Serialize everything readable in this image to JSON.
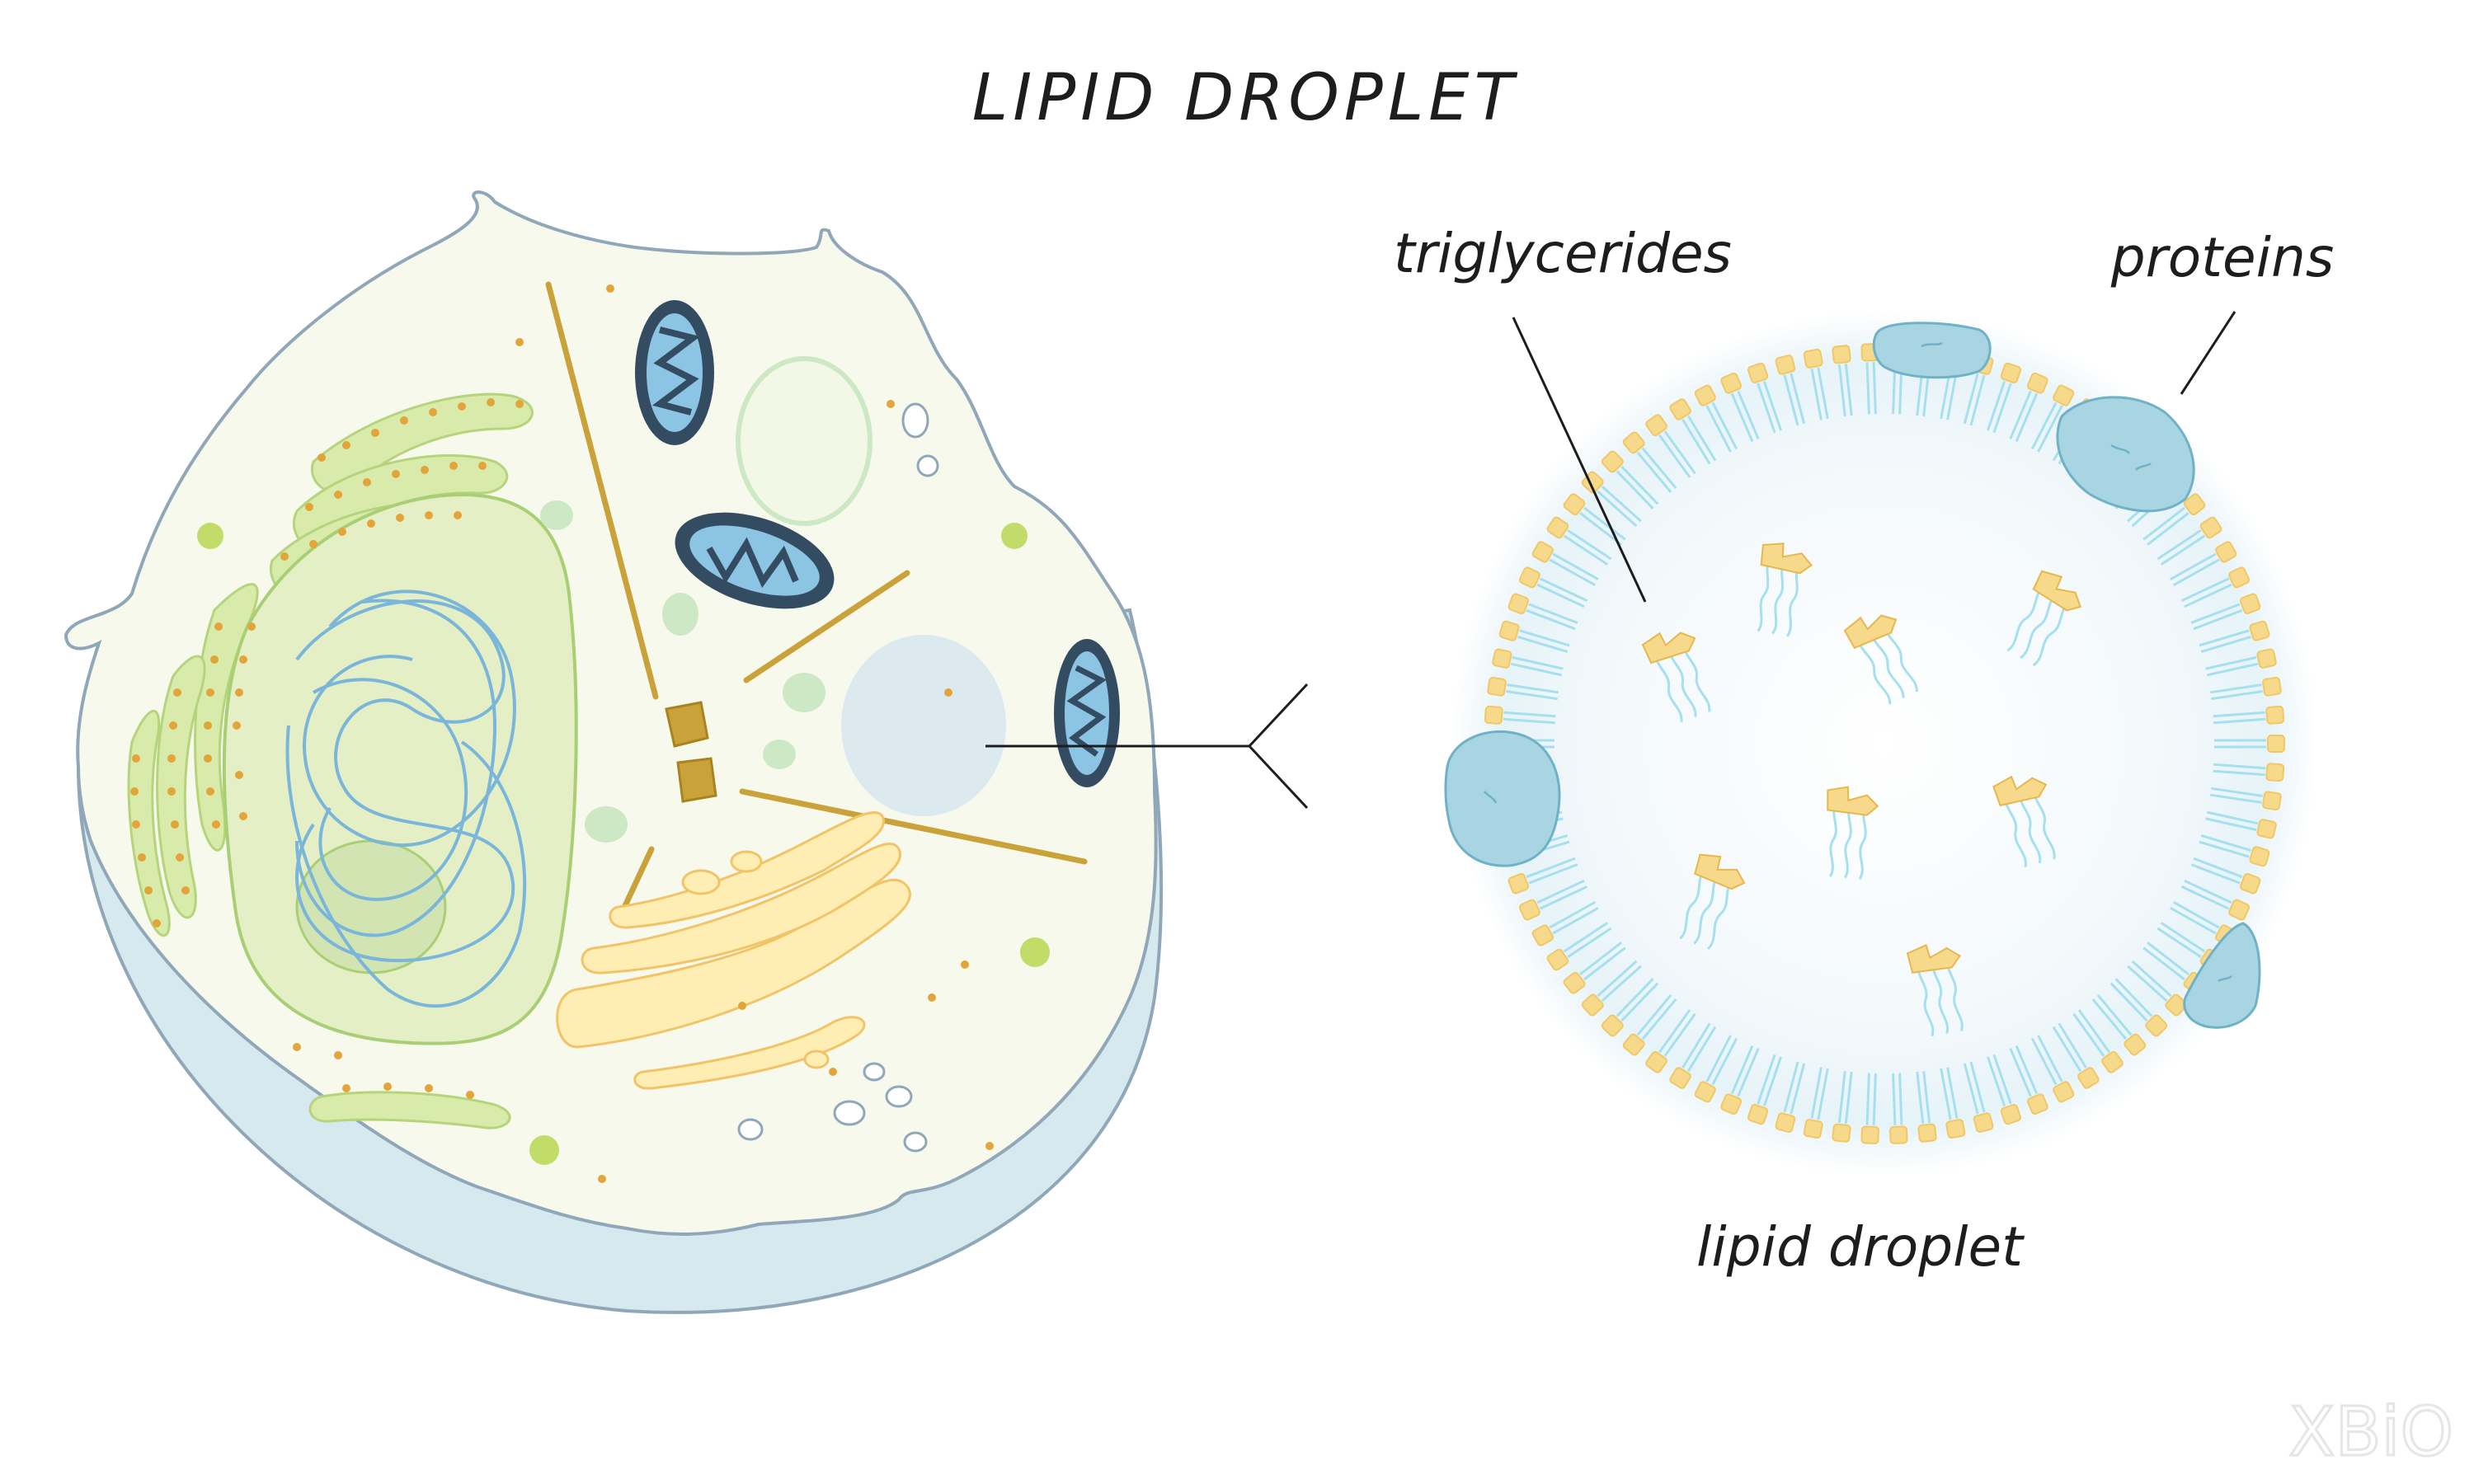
{
  "title": "LIPID DROPLET",
  "labels": {
    "triglycerides": "triglycerides",
    "proteins": "proteins",
    "lipid_droplet": "lipid droplet"
  },
  "watermark": "XBiO",
  "colors": {
    "cell_fill": "#f7f9ec",
    "cell_base": "#d6e9ef",
    "cell_outline": "#8fa7b8",
    "nucleus_fill": "#e4efc6",
    "nucleus_outline": "#a9cf74",
    "chromatin": "#79b6d9",
    "er": "#d9ebab",
    "ribosome": "#e3a43a",
    "mitochondria": "#344c61",
    "mito_inner": "#8cc4e3",
    "golgi": "#ffeeb3",
    "golgi_outline": "#f2c468",
    "centriole": "#c9a23a",
    "droplet_in_cell": "#dce9ef",
    "phospholipid_head": "#f6d98a",
    "phospholipid_tail": "#a6e0ee",
    "protein": "#a9d5e2",
    "protein_outline": "#6fb2c8"
  }
}
